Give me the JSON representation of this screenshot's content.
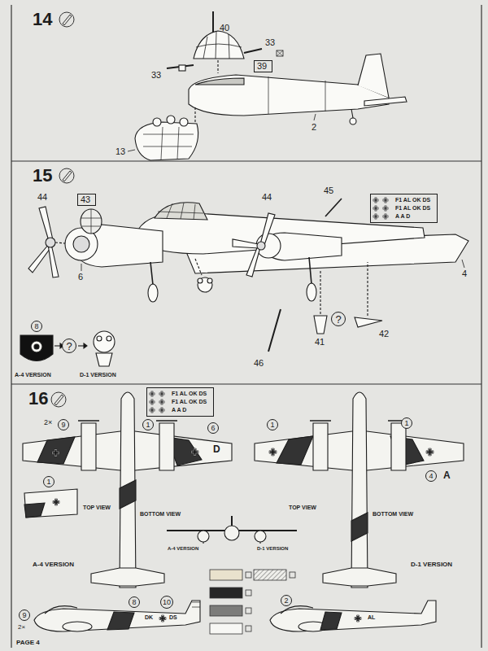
{
  "diagram": {
    "nodes": [
      {
        "text": [
          "39"
        ]
      },
      {
        "text": [
          "43"
        ]
      },
      {
        "text": [
          "F1 AL OK DS",
          "F1 AL OK DS",
          "A A D"
        ]
      },
      {
        "text": [
          "?"
        ]
      },
      {
        "text": [
          "8"
        ]
      },
      {
        "text": [
          "?"
        ]
      },
      {
        "text": [
          "F1 AL OK DS",
          "F1 AL OK DS",
          "A A D"
        ]
      },
      {
        "text": [
          "9"
        ]
      },
      {
        "text": [
          "1"
        ]
      },
      {
        "text": [
          "6"
        ]
      },
      {
        "text": [
          "1"
        ]
      },
      {
        "text": [
          "1"
        ]
      },
      {
        "text": [
          "4"
        ]
      },
      {
        "text": [
          "1"
        ]
      },
      {
        "text": [
          "8"
        ]
      },
      {
        "text": [
          "10"
        ]
      },
      {
        "text": [
          "2"
        ]
      },
      {
        "text": [
          "9"
        ]
      }
    ],
    "labels": [
      "14",
      "40",
      "33",
      "33",
      "2",
      "13",
      "15",
      "44",
      "6",
      "44",
      "45",
      "4",
      "46",
      "41",
      "42",
      "A-4 VERSION",
      "D-1 VERSION",
      "16",
      "2×",
      "D",
      "TOP VIEW",
      "BOTTOM VIEW",
      "A-4 VERSION",
      "A-4 VERSION",
      "D-1 VERSION",
      "A",
      "TOP VIEW",
      "BOTTOM VIEW",
      "D-1 VERSION",
      "DK",
      "DS",
      "2×",
      "AL",
      "PAGE 4"
    ]
  }
}
